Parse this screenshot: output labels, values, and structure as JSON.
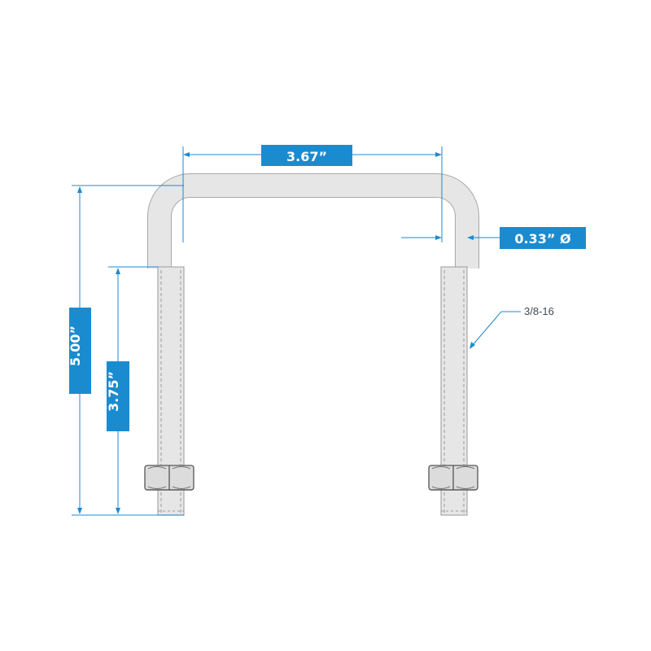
{
  "colors": {
    "dimension": "#1b8bd0",
    "bolt_fill": "#e6e6e6",
    "bolt_edge": "#a8a8a8",
    "nut_fill": "#dcdcdc",
    "nut_edge": "#555555",
    "label_text": "#ffffff",
    "callout_text": "#3f4a55"
  },
  "dimensions": {
    "inner_width": "3.67”",
    "rod_diameter": "0.33” Ø",
    "overall_height": "5.00”",
    "thread_length": "3.75”"
  },
  "callouts": {
    "thread_spec": "3/8-16"
  }
}
